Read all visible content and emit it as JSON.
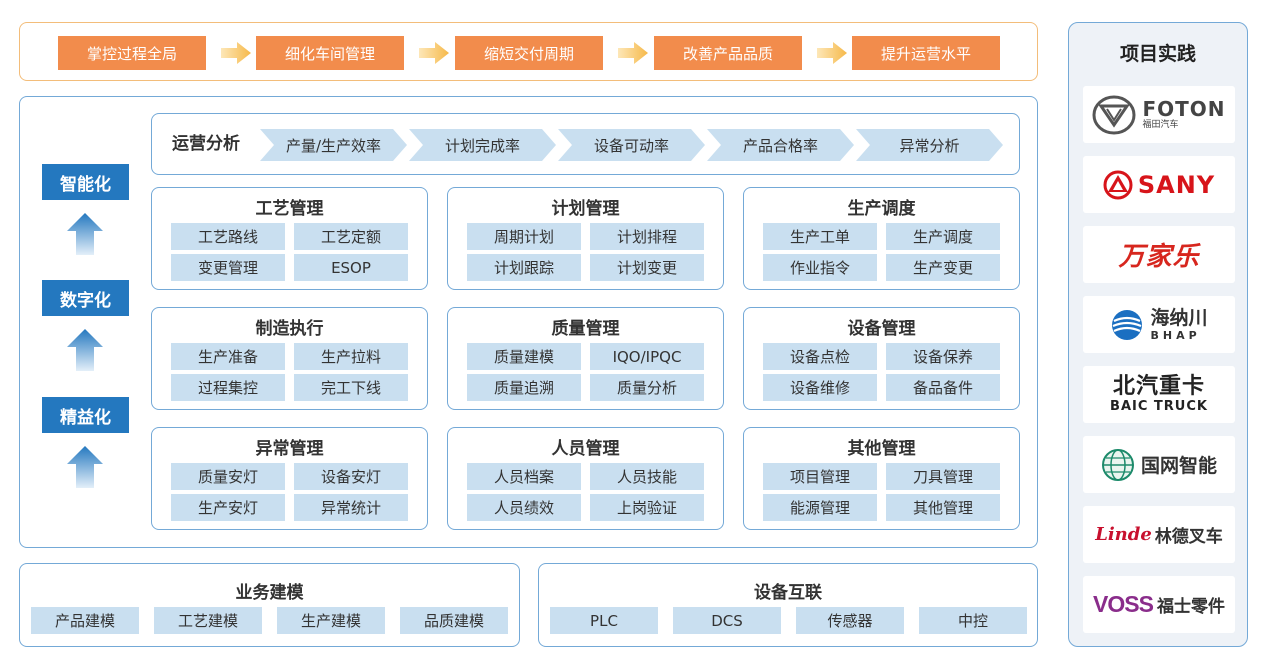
{
  "goals": [
    "掌控过程全局",
    "细化车间管理",
    "缩短交付周期",
    "改善产品品质",
    "提升运营水平"
  ],
  "levels": [
    "智能化",
    "数字化",
    "精益化"
  ],
  "operations": {
    "title": "运营分析",
    "items": [
      "产量/生产效率",
      "计划完成率",
      "设备可动率",
      "产品合格率",
      "异常分析"
    ]
  },
  "modules": [
    {
      "title": "工艺管理",
      "items": [
        "工艺路线",
        "工艺定额",
        "变更管理",
        "ESOP"
      ]
    },
    {
      "title": "计划管理",
      "items": [
        "周期计划",
        "计划排程",
        "计划跟踪",
        "计划变更"
      ]
    },
    {
      "title": "生产调度",
      "items": [
        "生产工单",
        "生产调度",
        "作业指令",
        "生产变更"
      ]
    },
    {
      "title": "制造执行",
      "items": [
        "生产准备",
        "生产拉料",
        "过程集控",
        "完工下线"
      ]
    },
    {
      "title": "质量管理",
      "items": [
        "质量建模",
        "IQO/IPQC",
        "质量追溯",
        "质量分析"
      ]
    },
    {
      "title": "设备管理",
      "items": [
        "设备点检",
        "设备保养",
        "设备维修",
        "备品备件"
      ]
    },
    {
      "title": "异常管理",
      "items": [
        "质量安灯",
        "设备安灯",
        "生产安灯",
        "异常统计"
      ]
    },
    {
      "title": "人员管理",
      "items": [
        "人员档案",
        "人员技能",
        "人员绩效",
        "上岗验证"
      ]
    },
    {
      "title": "其他管理",
      "items": [
        "项目管理",
        "刀具管理",
        "能源管理",
        "其他管理"
      ]
    }
  ],
  "business_modeling": {
    "title": "业务建模",
    "items": [
      "产品建模",
      "工艺建模",
      "生产建模",
      "品质建模"
    ]
  },
  "device_connect": {
    "title": "设备互联",
    "items": [
      "PLC",
      "DCS",
      "传感器",
      "中控"
    ]
  },
  "projects": {
    "title": "项目实践",
    "logos": [
      {
        "name": "FOTON",
        "sub": "福田汽车",
        "icon": "foton-icon"
      },
      {
        "name": "SANY",
        "icon": "sany-icon"
      },
      {
        "name": "万家乐"
      },
      {
        "name": "海纳川",
        "sub": "BHAP",
        "icon": "bhap-icon"
      },
      {
        "name": "北汽重卡",
        "sub": "BAIC TRUCK"
      },
      {
        "name": "国网智能",
        "icon": "sgcc-icon"
      },
      {
        "name": "Linde",
        "sub": "林德叉车"
      },
      {
        "name": "VOSS",
        "sub": "福士零件"
      }
    ]
  },
  "colors": {
    "orange": "#f28c4c",
    "blue": "#2478bf",
    "light_blue": "#c9dff0",
    "border_blue": "#74a9d7",
    "border_orange": "#f3bd7a",
    "sany_red": "#d7141a",
    "wanjiale_red": "#d7261e",
    "voss_purple": "#8a2d8b",
    "linde_red": "#c8102e"
  }
}
